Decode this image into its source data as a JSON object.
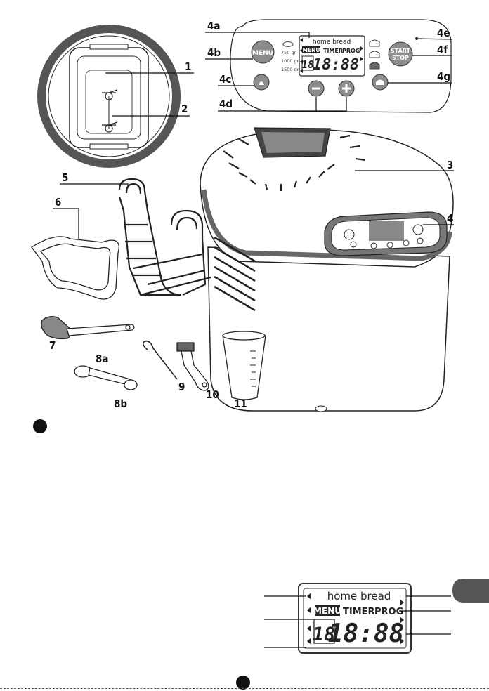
{
  "callouts": {
    "c1": "1",
    "c2": "2",
    "c3": "3",
    "c4": "4",
    "c4a": "4a",
    "c4b": "4b",
    "c4c": "4c",
    "c4d": "4d",
    "c4e": "4e",
    "c4f": "4f",
    "c4g": "4g",
    "c5": "5",
    "c6": "6",
    "c7": "7",
    "c8a": "8a",
    "c8b": "8b",
    "c9": "9",
    "c10": "10",
    "c11": "11"
  },
  "panel": {
    "brand": "home bread",
    "menu_badge": "MENU",
    "timer": "TIMER",
    "prog": "PROG",
    "digits_small": "18",
    "digits_large": "18:88",
    "menu_button": "MENU",
    "start_stop_line1": "START",
    "start_stop_line2": "STOP",
    "weight_750": "750 gr",
    "weight_1000": "1000 gr",
    "weight_1500": "1500 gr"
  },
  "lcd_detail": {
    "brand": "home bread",
    "menu_badge": "MENU",
    "timer": "TIMER",
    "prog": "PROG",
    "digits_small": "18",
    "digits_large": "18:88"
  },
  "colors": {
    "ink": "#1a1a1a",
    "button_gray": "#8c8c8c",
    "panel_stroke": "#222",
    "ring": "#555"
  }
}
